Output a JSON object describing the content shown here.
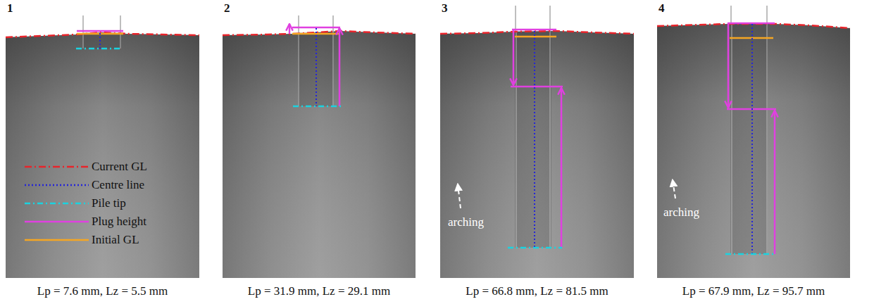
{
  "diagram": {
    "labels": [
      "1",
      "2",
      "3",
      "4",
      "arching",
      "arching",
      "Lp = 7.6 mm, Lz = 5.5 mm",
      "Lp = 31.9 mm, Lz = 29.1 mm",
      "Lp = 66.8 mm, Lz = 81.5 mm",
      "Lp = 67.9 mm, Lz = 95.7 mm"
    ],
    "legend": [
      {
        "text": "Current GL"
      },
      {
        "text": "Centre line"
      },
      {
        "text": "Pile tip"
      },
      {
        "text": "Plug height"
      },
      {
        "text": "Initial GL"
      }
    ]
  }
}
